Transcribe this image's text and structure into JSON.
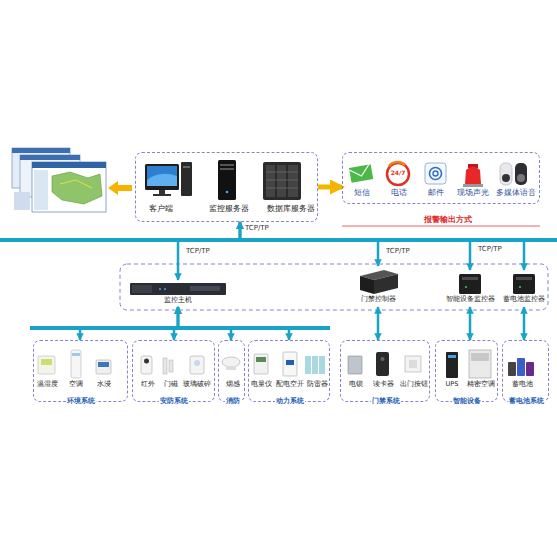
{
  "diagram": {
    "nodes": [
      {
        "text": [
          "客户端",
          "监控服务器",
          "数据库服务器"
        ]
      },
      {
        "text": [
          "短信",
          "电话",
          "邮件",
          "现场声光",
          "多媒体语音",
          "报警输出方式"
        ]
      },
      {
        "text": [
          "监控主机"
        ]
      },
      {
        "text": [
          "门禁控制器"
        ]
      },
      {
        "text": [
          "智能设备监控器"
        ]
      },
      {
        "text": [
          "蓄电池监控器"
        ]
      },
      {
        "text": [
          "温湿度",
          "空调",
          "水浸",
          "环境系统"
        ]
      },
      {
        "text": [
          "红外",
          "门磁",
          "玻璃破碎",
          "安防系统"
        ]
      },
      {
        "text": [
          "烟感",
          "消防"
        ]
      },
      {
        "text": [
          "电量仪",
          "配电空开",
          "防雷器",
          "动力系统"
        ]
      },
      {
        "text": [
          "电锁",
          "读卡器",
          "出门按钮",
          "门禁系统"
        ]
      },
      {
        "text": [
          "UPS",
          "精密空调",
          "智能设备"
        ]
      },
      {
        "text": [
          "蓄电池",
          "蓄电池系统"
        ]
      }
    ],
    "edges": [
      {
        "from": 0,
        "to": 1,
        "arrow": "to"
      },
      {
        "from": 0,
        "to": 2,
        "label": "TCP/TP",
        "arrow": "both"
      },
      {
        "from": 0,
        "to": 3,
        "label": "TCP/TP",
        "arrow": "both"
      },
      {
        "from": 0,
        "to": 4,
        "label": "TCP/TP",
        "arrow": "both"
      },
      {
        "from": 0,
        "to": 5,
        "arrow": "both"
      },
      {
        "from": 2,
        "to": 6,
        "arrow": "both"
      },
      {
        "from": 2,
        "to": 7,
        "arrow": "both"
      },
      {
        "from": 2,
        "to": 8,
        "arrow": "both"
      },
      {
        "from": 2,
        "to": 9,
        "arrow": "both"
      },
      {
        "from": 3,
        "to": 10,
        "arrow": "both"
      },
      {
        "from": 4,
        "to": 11,
        "arrow": "both"
      },
      {
        "from": 5,
        "to": 12,
        "arrow": "both"
      }
    ],
    "labels": [
      "TCP/TP",
      "24/7"
    ]
  }
}
